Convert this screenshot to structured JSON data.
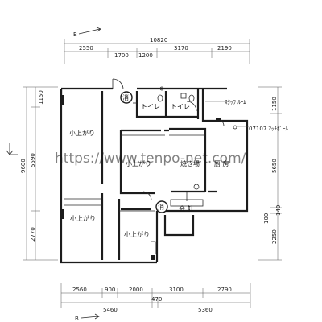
{
  "section_marks": {
    "top": "B",
    "bottom": "B"
  },
  "top_dims": {
    "total": "10820",
    "segments": [
      "2550",
      "1700",
      "1200",
      "3170",
      "2190"
    ]
  },
  "bottom_dims": {
    "segments": [
      "2560",
      "900",
      "2000",
      "3100",
      "2790"
    ],
    "totals": [
      "5460",
      "470",
      "5360"
    ]
  },
  "left_dims": {
    "total": "9600",
    "segments": [
      "1150",
      "5590",
      "2770"
    ]
  },
  "right_dims": {
    "segments": [
      "1150",
      "5650",
      "100",
      "140",
      "2250"
    ],
    "note": "07107 ﾏｯﾁﾎﾟｰﾙ"
  },
  "rooms": {
    "toilet_1": "トイレ",
    "toilet_2": "トイレ",
    "zashiki_nw": "小上がり",
    "zashiki_center": "小上がり",
    "zashiki_sw": "小上がり",
    "zashiki_s": "小上がり",
    "prep": "焼き場",
    "kitchen": "厨 房",
    "register": "会 計"
  },
  "symbols": {
    "fire_1": "消",
    "fire_2": "消"
  },
  "note_top": "ｽﾀｯﾌ ﾙｰﾑ",
  "watermark": "https://www.tenpo-net.com/"
}
